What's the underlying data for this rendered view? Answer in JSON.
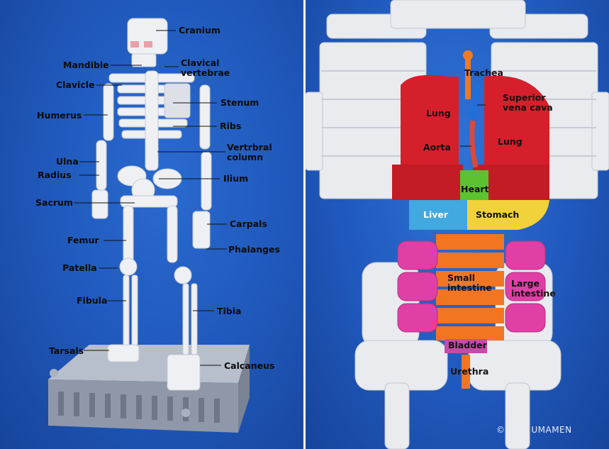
{
  "skeleton_labels": {
    "cranium": "Cranium",
    "mandible": "Mandible",
    "clavical_vertebrae": "Clavical vertebrae",
    "clavicle": "Clavicle",
    "stenum": "Stenum",
    "humerus": "Humerus",
    "ribs": "Ribs",
    "vertebral_column": "Vertrbral column",
    "ulna": "Ulna",
    "radius": "Radius",
    "ilium": "Ilium",
    "sacrum": "Sacrum",
    "carpals": "Carpals",
    "femur": "Femur",
    "phalanges": "Phalanges",
    "patella": "Patella",
    "fibula": "Fibula",
    "tibia": "Tibia",
    "tarsals": "Tarsals",
    "calcaneus": "Calcaneus"
  },
  "organ_labels": {
    "trachea": "Trachea",
    "superior_vena_cava": "Superior vena cava",
    "lung_left": "Lung",
    "lung_right": "Lung",
    "aorta": "Aorta",
    "heart": "Heart",
    "liver": "Liver",
    "stomach": "Stomach",
    "small_intestine": "Small intestine",
    "large_intestine": "Large intestine",
    "bladder": "Bladder",
    "urethra": "Urethra"
  },
  "copyright": "©2016 UMAMEN"
}
